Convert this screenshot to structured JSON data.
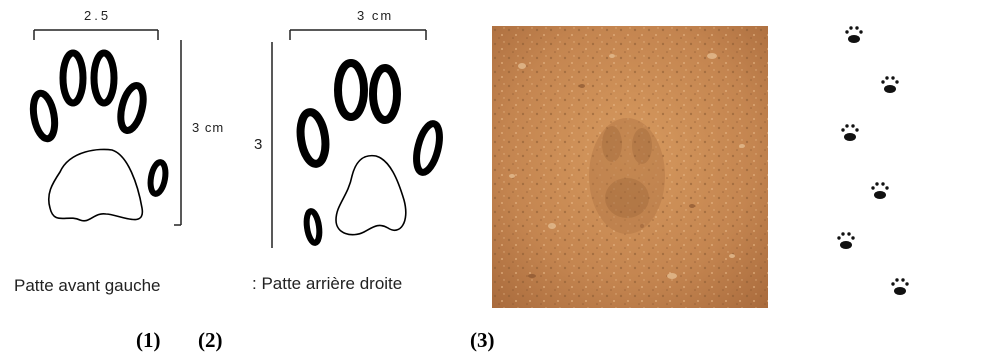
{
  "front_paw": {
    "width_label": "2.5",
    "height_label": "3 cm",
    "caption": "Patte avant gauche"
  },
  "hind_paw": {
    "width_label": "3 cm",
    "height_label": "3",
    "caption": ": Patte arrière droite"
  },
  "photo": {
    "icon": "paw-print-in-soil",
    "soil_color": "#c98a52"
  },
  "trail": {
    "icon": "paw-print-trail",
    "count": 6
  },
  "labels": {
    "one": "(1)",
    "two": "(2)",
    "three": "(3)"
  }
}
